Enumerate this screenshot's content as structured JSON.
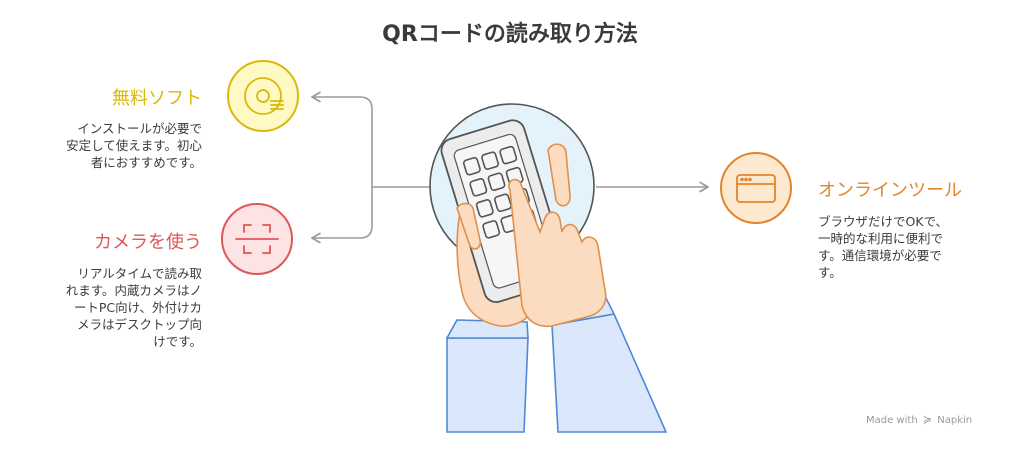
{
  "title": "QRコードの読み取り方法",
  "branches": {
    "free_software": {
      "heading": "無料ソフト",
      "description_lines": [
        "インストールが必要で",
        "安定して使えます。初心",
        "者におすすめです。"
      ],
      "color": "#d9b90a",
      "fill": "#fff9c4",
      "icon": "disc-icon"
    },
    "camera": {
      "heading": "カメラを使う",
      "description_lines": [
        "リアルタイムで読み取",
        "れます。内蔵カメラはノ",
        "ートPC向け、外付けカ",
        "メラはデスクトップ向",
        "けです。"
      ],
      "color": "#e05757",
      "fill": "#fde3e3",
      "icon": "scan-frame-icon"
    },
    "online_tool": {
      "heading": "オンラインツール",
      "description_lines": [
        "ブラウザだけでOKで、",
        "一時的な利用に便利で",
        "す。通信環境が必要で",
        "す。"
      ],
      "color": "#e2852c",
      "fill": "#fde8d0",
      "icon": "browser-window-icon"
    }
  },
  "center": {
    "icon": "hand-holding-phone-icon",
    "bg": "#e4f3fb",
    "skin": "#fcdcc0",
    "skin_stroke": "#e0904a",
    "sleeve": "#dbe8fb",
    "sleeve_stroke": "#5088d8"
  },
  "connector_color": "#9b9b9b",
  "watermark": {
    "prefix": "Made with",
    "brand": "Napkin"
  }
}
